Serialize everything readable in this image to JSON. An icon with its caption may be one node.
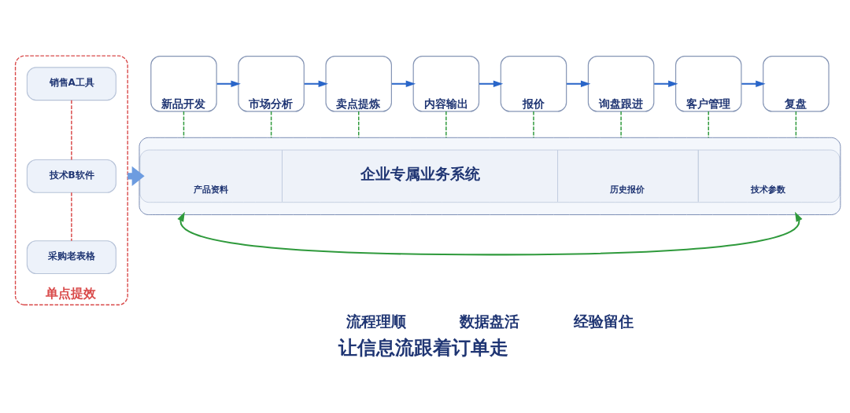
{
  "diagram": {
    "caption": "让信息流跟着订单走",
    "nodes": [
      {
        "text": [
          "单点提效"
        ]
      },
      {
        "text": [
          "销售A工具"
        ],
        "in": 0
      },
      {
        "text": [
          "技术B软件"
        ],
        "in": 0
      },
      {
        "text": [
          "采购老表格"
        ],
        "in": 0
      },
      {
        "text": [
          "新品开发"
        ]
      },
      {
        "text": [
          "市场分析"
        ]
      },
      {
        "text": [
          "卖点提炼"
        ]
      },
      {
        "text": [
          "内容输出"
        ]
      },
      {
        "text": [
          "报价"
        ]
      },
      {
        "text": [
          "询盘跟进"
        ]
      },
      {
        "text": [
          "客户管理"
        ]
      },
      {
        "text": [
          "复盘"
        ]
      },
      {
        "text": [
          "产品资料",
          "企业专属业务系统",
          "历史报价",
          "技术参数"
        ]
      }
    ],
    "edges": [
      {
        "from": 1,
        "to": 2,
        "arrow": "none",
        "style": "dashed",
        "color": "#d94a4a"
      },
      {
        "from": 2,
        "to": 3,
        "arrow": "none",
        "style": "dashed",
        "color": "#d94a4a"
      },
      {
        "from": 0,
        "to": 12,
        "arrow": "to",
        "style": "thick",
        "color": "#6d9ce0"
      },
      {
        "from": 4,
        "to": 5,
        "arrow": "to",
        "color": "#2a66c9"
      },
      {
        "from": 5,
        "to": 6,
        "arrow": "to",
        "color": "#2a66c9"
      },
      {
        "from": 6,
        "to": 7,
        "arrow": "to",
        "color": "#2a66c9"
      },
      {
        "from": 7,
        "to": 8,
        "arrow": "to",
        "color": "#2a66c9"
      },
      {
        "from": 8,
        "to": 9,
        "arrow": "to",
        "color": "#2a66c9"
      },
      {
        "from": 9,
        "to": 10,
        "arrow": "to",
        "color": "#2a66c9"
      },
      {
        "from": 10,
        "to": 11,
        "arrow": "to",
        "color": "#2a66c9"
      },
      {
        "from": 4,
        "to": 12,
        "arrow": "none",
        "style": "dashed"
      },
      {
        "from": 5,
        "to": 12,
        "arrow": "none",
        "style": "dashed"
      },
      {
        "from": 6,
        "to": 12,
        "arrow": "none",
        "style": "dashed"
      },
      {
        "from": 7,
        "to": 12,
        "arrow": "none",
        "style": "dashed"
      },
      {
        "from": 8,
        "to": 12,
        "arrow": "none",
        "style": "dashed"
      },
      {
        "from": 9,
        "to": 12,
        "arrow": "none",
        "style": "dashed"
      },
      {
        "from": 10,
        "to": 12,
        "arrow": "none",
        "style": "dashed"
      },
      {
        "from": 11,
        "to": 12,
        "arrow": "none",
        "style": "dashed"
      },
      {
        "from": 12,
        "to": 12,
        "arrow": "both"
      }
    ],
    "labels": [
      "流程理顺",
      "数据盘活",
      "经验留住"
    ]
  }
}
